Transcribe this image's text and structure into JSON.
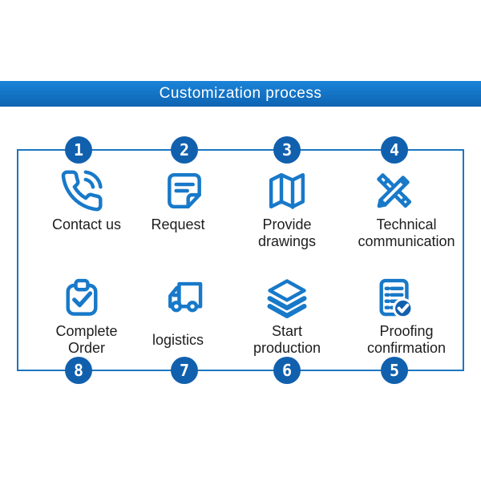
{
  "title_banner": {
    "label": "Customization process"
  },
  "colors": {
    "banner_top": "#1b84d8",
    "banner_bottom": "#0d64b2",
    "frame_border": "#1b76c0",
    "circle_fill": "#1160ae",
    "icon_stroke": "#1879c9",
    "label_text": "#1d1d1d",
    "number_text": "#ffffff",
    "background": "#ffffff"
  },
  "process": {
    "top_row": {
      "numbers": [
        "1",
        "2",
        "3",
        "4"
      ],
      "steps": [
        {
          "icon": "phone-icon",
          "line1": "Contact us",
          "line2": ""
        },
        {
          "icon": "request-note-icon",
          "line1": "Request",
          "line2": ""
        },
        {
          "icon": "map-icon",
          "line1": "Provide",
          "line2": "drawings"
        },
        {
          "icon": "pencil-ruler-icon",
          "line1": "Technical",
          "line2": "communication"
        }
      ]
    },
    "bottom_row": {
      "numbers": [
        "8",
        "7",
        "6",
        "5"
      ],
      "steps": [
        {
          "icon": "clipboard-check-icon",
          "line1": "Complete",
          "line2": "Order"
        },
        {
          "icon": "truck-icon",
          "line1": "logistics",
          "line2": ""
        },
        {
          "icon": "layers-icon",
          "line1": "Start",
          "line2": "production"
        },
        {
          "icon": "document-check-icon",
          "line1": "Proofing",
          "line2": "confirmation"
        }
      ]
    }
  }
}
